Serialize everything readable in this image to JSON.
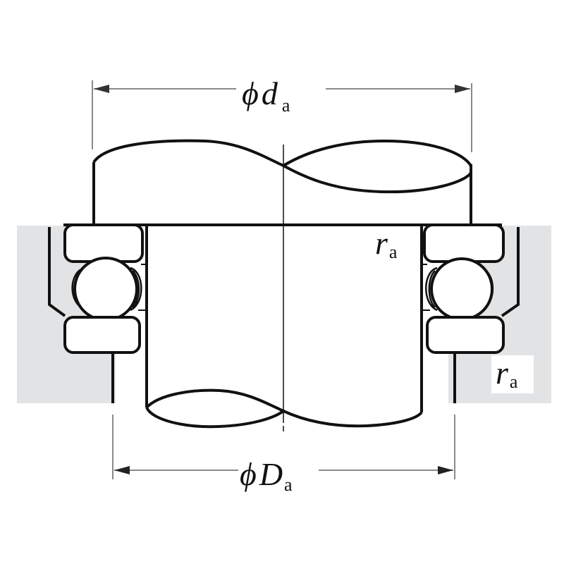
{
  "diagram": {
    "type": "thrust ball bearing mounting dimensions",
    "colors": {
      "line": "#111111",
      "dimension_line": "#8a8a8a",
      "housing_fill": "#e2e3e5",
      "background": "#ffffff"
    },
    "labels": {
      "shaft_shoulder_diameter": {
        "symbol": "ϕ",
        "main": "d",
        "sub": "a"
      },
      "housing_shoulder_diameter": {
        "symbol": "ϕ",
        "main": "D",
        "sub": "a"
      },
      "fillet_radius_shaft": {
        "main": "r",
        "sub": "a"
      },
      "fillet_radius_housing": {
        "main": "r",
        "sub": "a"
      }
    },
    "components": [
      "shaft",
      "shaft washer",
      "housing washer",
      "balls",
      "cage",
      "housing",
      "center line"
    ]
  }
}
